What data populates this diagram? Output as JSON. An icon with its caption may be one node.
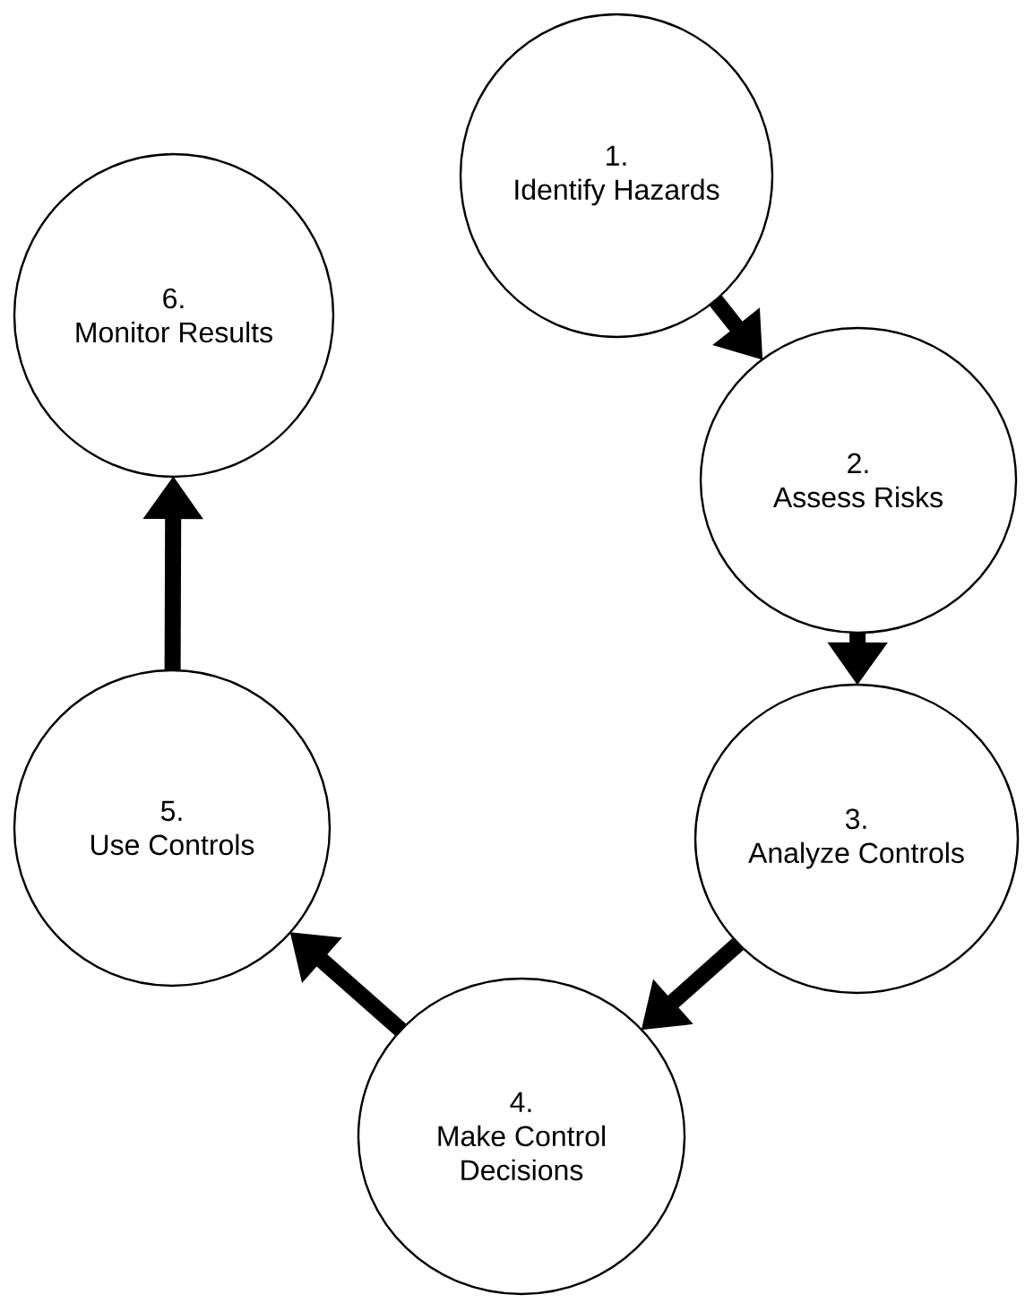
{
  "diagram": {
    "nodes": [
      {
        "text": [
          "1.",
          "Identify Hazards"
        ]
      },
      {
        "text": [
          "2.",
          "Assess Risks"
        ]
      },
      {
        "text": [
          "3.",
          "Analyze Controls"
        ]
      },
      {
        "text": [
          "4.",
          "Make Control Decisions"
        ]
      },
      {
        "text": [
          "5.",
          "Use Controls"
        ]
      },
      {
        "text": [
          "6.",
          "Monitor Results"
        ]
      }
    ],
    "edges": [
      {
        "from": 0,
        "to": 1,
        "arrow": "to"
      },
      {
        "from": 1,
        "to": 2,
        "arrow": "to"
      },
      {
        "from": 2,
        "to": 3,
        "arrow": "to"
      },
      {
        "from": 3,
        "to": 4,
        "arrow": "to"
      },
      {
        "from": 4,
        "to": 5,
        "arrow": "to"
      }
    ]
  }
}
